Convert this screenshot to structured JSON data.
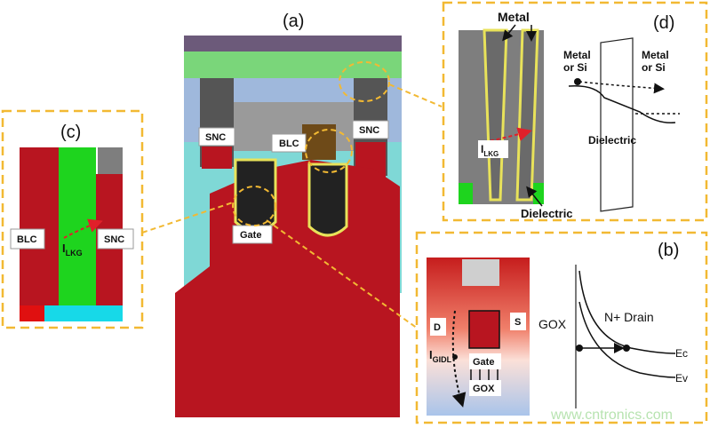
{
  "panels": {
    "a": {
      "letter": "(a)",
      "labels": {
        "snc_left": "SNC",
        "snc_right": "SNC",
        "blc": "BLC",
        "gate": "Gate"
      }
    },
    "b": {
      "letter": "(b)",
      "labels": {
        "d": "D",
        "s": "S",
        "gate": "Gate",
        "gox_box": "GOX",
        "igidl_main": "I",
        "igidl_sub": "GIDL",
        "gox_band": "GOX",
        "n_drain": "N+ Drain",
        "ec": "Ec",
        "ev": "Ev"
      }
    },
    "c": {
      "letter": "(c)",
      "labels": {
        "blc": "BLC",
        "snc": "SNC",
        "ilkg_main": "I",
        "ilkg_sub": "LKG"
      }
    },
    "d": {
      "letter": "(d)",
      "labels": {
        "metal_top": "Metal",
        "dielectric_bottom": "Dielectric",
        "ilkg_main": "I",
        "ilkg_sub": "LKG",
        "left_side_1": "Metal",
        "left_side_2": "or Si",
        "right_side_1": "Metal",
        "right_side_2": "or Si",
        "dielectric_band": "Dielectric"
      }
    }
  },
  "watermark": "www.cntronics.com",
  "colors": {
    "dash_border": "#f2b933",
    "red": "#b81520",
    "green": "#1ed41e",
    "cyan": "#17d9e8",
    "gray": "#7e7e7e"
  }
}
